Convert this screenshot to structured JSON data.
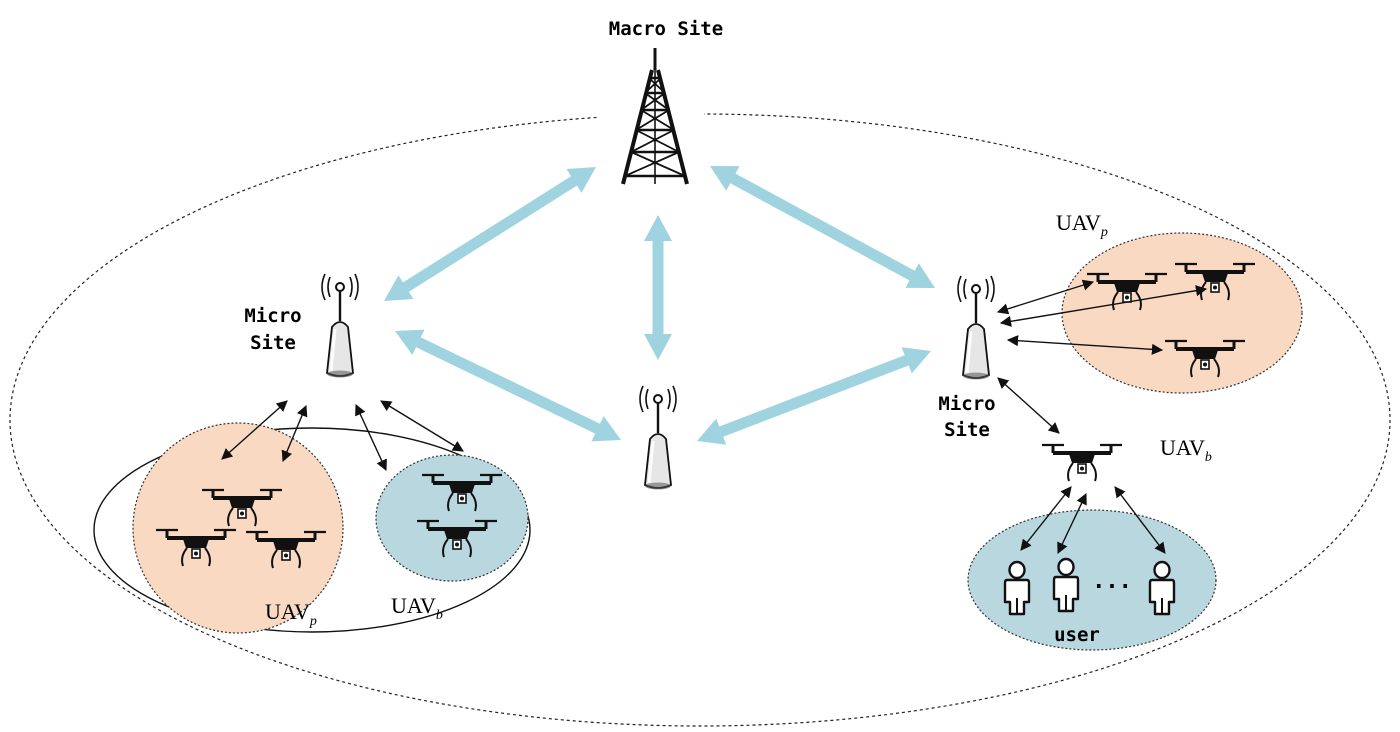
{
  "labels": {
    "macro_site": "Macro Site",
    "micro_left_line1": "Micro",
    "micro_left_line2": "Site",
    "micro_right_line1": "Micro",
    "micro_right_line2": "Site",
    "uav_base": "UAV",
    "sub_p": "p",
    "sub_b": "b",
    "user": "user",
    "ellipsis": "···"
  },
  "colors": {
    "thick_link": "#9fd3e0",
    "uav_p_fill": "#f9d9c2",
    "uav_b_fill": "#b9d7df",
    "ink": "#111111"
  },
  "icons": [
    "macro-tower-icon",
    "micro-antenna-icon",
    "drone-icon",
    "user-icon"
  ]
}
